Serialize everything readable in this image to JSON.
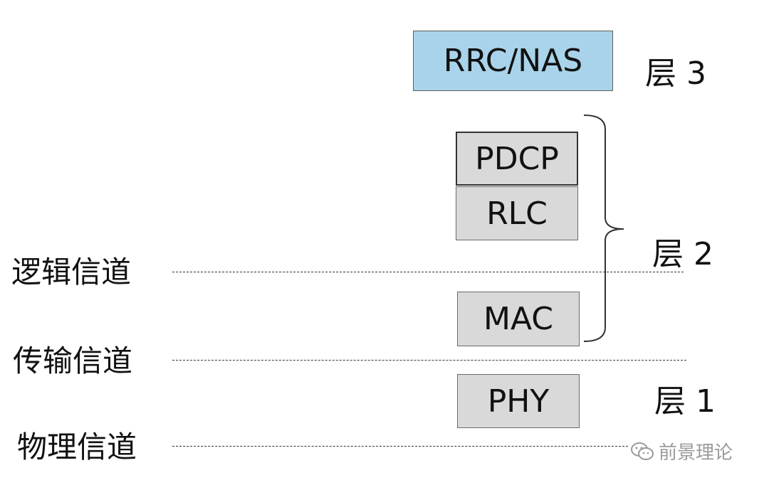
{
  "layers": {
    "layer3": "层 3",
    "layer2": "层 2",
    "layer1": "层 1"
  },
  "boxes": {
    "rrc_nas": "RRC/NAS",
    "pdcp": "PDCP",
    "rlc": "RLC",
    "mac": "MAC",
    "phy": "PHY"
  },
  "channels": {
    "logical": "逻辑信道",
    "transport": "传输信道",
    "physical": "物理信道"
  },
  "watermark": {
    "text": "前景理论",
    "icon": "wechat-icon"
  },
  "colors": {
    "top_box": "#a9d3ea",
    "gray_box": "#d9d9d9"
  }
}
